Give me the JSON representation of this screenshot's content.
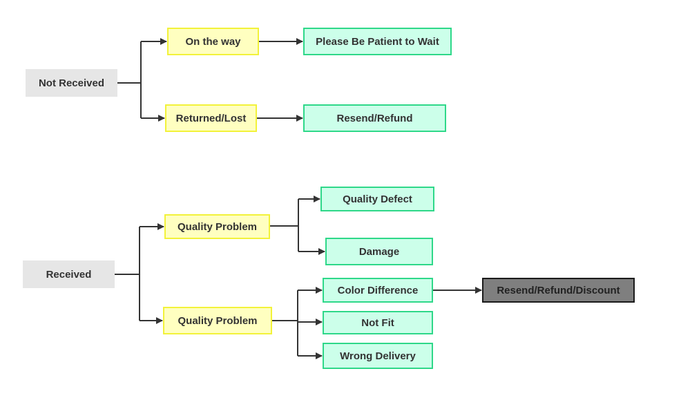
{
  "colors": {
    "root_fill": "#e6e6e6",
    "mid_fill": "#ffffc0",
    "mid_border": "#f2f23a",
    "leaf_fill": "#ccffea",
    "leaf_border": "#2ed889",
    "final_fill": "#7f7f7f",
    "connector": "#333333"
  },
  "not_received": {
    "root": "Not Received",
    "branches": [
      {
        "label": "On the way",
        "outcome": "Please Be Patient to Wait"
      },
      {
        "label": "Returned/Lost",
        "outcome": "Resend/Refund"
      }
    ]
  },
  "received": {
    "root": "Received",
    "branches": [
      {
        "label": "Quality Problem",
        "outcomes": [
          "Quality Defect",
          "Damage"
        ]
      },
      {
        "label": "Quality Problem",
        "outcomes": [
          "Color Difference",
          "Not Fit",
          "Wrong Delivery"
        ]
      }
    ],
    "final_outcome": "Resend/Refund/Discount"
  }
}
